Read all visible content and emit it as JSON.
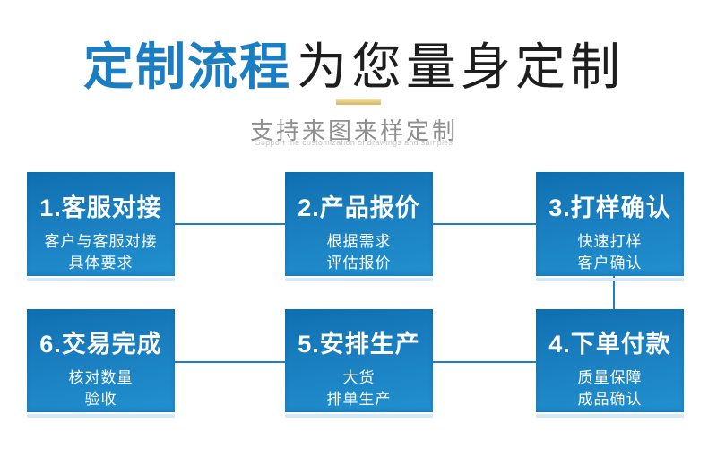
{
  "header": {
    "title_highlight": "定制流程",
    "title_rest": "为您量身定制",
    "subtitle": "支持来图来样定制",
    "subtitle_en": "Support the customization of drawings and samples"
  },
  "colors": {
    "title_highlight": "#1b7ec3",
    "title_rest": "#1e1e1e",
    "subtitle": "#8f8f8f",
    "gold_bar": "#d9b95e",
    "box_gradient_top": "#0f6fb0",
    "box_gradient_bottom": "#2190cf",
    "connector": "#1d80c2",
    "box_reflection": "#d2eaf7",
    "box_text": "#ffffff"
  },
  "steps": [
    {
      "title": "1.客服对接",
      "line1": "客户与客服对接",
      "line2": "具体要求"
    },
    {
      "title": "2.产品报价",
      "line1": "根据需求",
      "line2": "评估报价"
    },
    {
      "title": "3.打样确认",
      "line1": "快速打样",
      "line2": "客户确认"
    },
    {
      "title": "4.下单付款",
      "line1": "质量保障",
      "line2": "成品确认"
    },
    {
      "title": "5.安排生产",
      "line1": "大货",
      "line2": "排单生产"
    },
    {
      "title": "6.交易完成",
      "line1": "核对数量",
      "line2": "验收"
    }
  ]
}
